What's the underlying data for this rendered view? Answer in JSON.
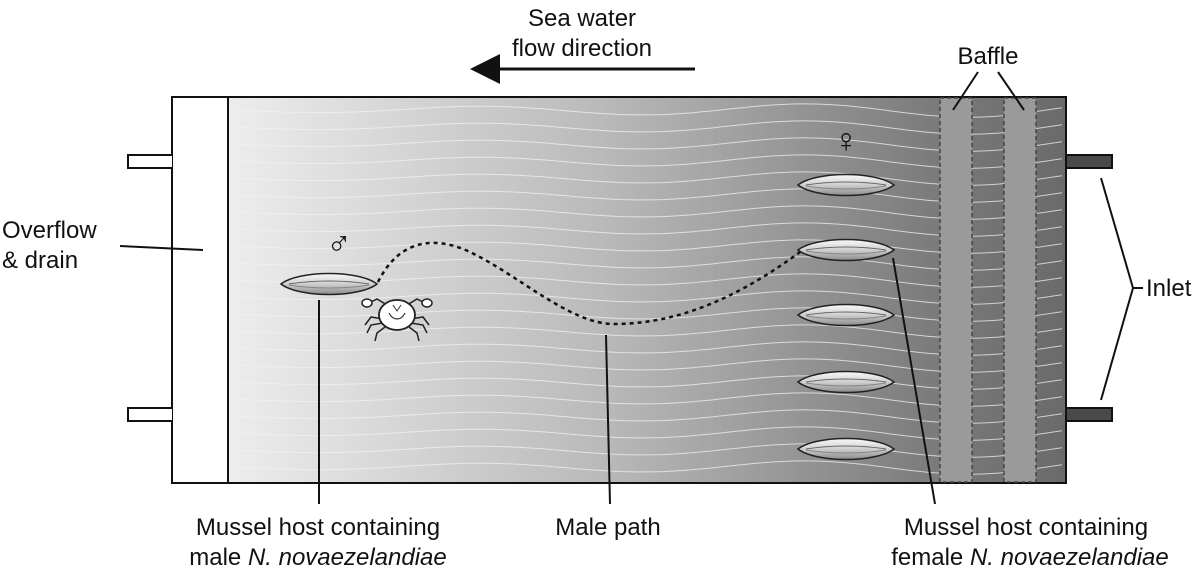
{
  "flow": {
    "line1": "Sea water",
    "line2": "flow direction"
  },
  "labels": {
    "baffle": "Baffle",
    "overflow_line1": "Overflow",
    "overflow_line2": "& drain",
    "inlet": "Inlet",
    "male_symbol": "♂",
    "female_symbol": "♀",
    "male_path": "Male path",
    "male_host_line1": "Mussel host containing",
    "male_host_line2_prefix": "male ",
    "male_host_line2_species": "N. novaezelandiae",
    "female_host_line1": "Mussel host containing",
    "female_host_line2_prefix": "female ",
    "female_host_line2_species": "N. novaezelandiae"
  }
}
